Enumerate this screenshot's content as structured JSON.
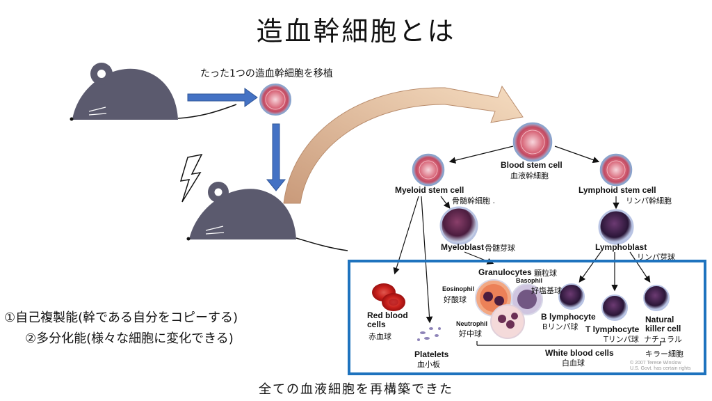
{
  "title": "造血幹細胞とは",
  "transplant_note": "たった1つの造血幹細胞を移植",
  "properties": [
    "①自己複製能(幹である自分をコピーする)",
    "②多分化能(様々な細胞に変化できる)"
  ],
  "footer": "全ての血液細胞を再構築できた",
  "cells": {
    "blood_stem": {
      "en": "Blood stem cell",
      "ja": "血液幹細胞"
    },
    "myeloid_stem": {
      "en": "Myeloid stem cell",
      "ja": "骨髄幹細胞 ."
    },
    "lymphoid_stem": {
      "en": "Lymphoid stem cell",
      "ja": "リンパ幹細胞"
    },
    "myeloblast": {
      "en": "Myeloblast",
      "ja": "骨髄芽球"
    },
    "lymphoblast": {
      "en": "Lymphoblast",
      "ja": "リンパ芽球"
    },
    "granulocytes": {
      "en": "Granulocytes",
      "ja": "顆粒球"
    },
    "eosinophil": {
      "en": "Eosinophil",
      "ja": "好酸球"
    },
    "basophil": {
      "en": "Basophil",
      "ja": "好塩基球"
    },
    "neutrophil": {
      "en": "Neutrophil",
      "ja": "好中球"
    },
    "red_blood": {
      "en_line1": "Red blood",
      "en_line2": "cells",
      "ja": "赤血球"
    },
    "platelets": {
      "en": "Platelets",
      "ja": "血小板"
    },
    "b_lymph": {
      "en": "B lymphocyte",
      "ja": "Bリンパ球"
    },
    "t_lymph": {
      "en": "T lymphocyte",
      "ja": "Tリンパ球"
    },
    "nk_cell": {
      "en_line1": "Natural",
      "en_line2": "killer cell",
      "ja1": "ナチュラル",
      "ja2": "キラー細胞"
    },
    "white_blood": {
      "en": "White blood cells",
      "ja": "白血球"
    }
  },
  "copyright": {
    "line1": "© 2007 Terese Winslow",
    "line2": "U.S. Govt. has certain rights"
  },
  "colors": {
    "mouse": "#5b5a6e",
    "arrow_blue": "#4472c4",
    "frame_blue": "#1e73be",
    "curved_arrow": "#d9b08c"
  }
}
